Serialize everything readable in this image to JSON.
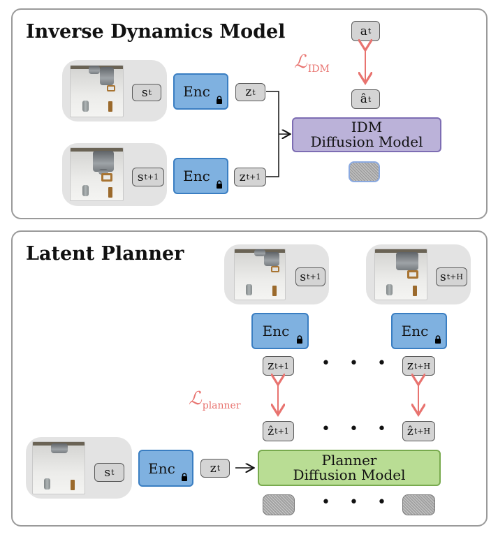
{
  "idm": {
    "title": "Inverse Dynamics Model",
    "state_t": "s",
    "state_t_sub": "t",
    "state_t1": "s",
    "state_t1_sub": "t+1",
    "enc_label": "Enc",
    "z_t": "z",
    "z_t_sub": "t",
    "z_t1": "z",
    "z_t1_sub": "t+1",
    "a_t": "a",
    "a_t_sub": "t",
    "a_hat": "â",
    "a_hat_sub": "t",
    "loss": "ℒ",
    "loss_sub": "IDM",
    "diffusion_line1": "IDM",
    "diffusion_line2": "Diffusion Model"
  },
  "planner": {
    "title": "Latent Planner",
    "enc_label": "Enc",
    "state_t1": "s",
    "state_t1_sub": "t+1",
    "state_tH": "s",
    "state_tH_sub": "t+H",
    "state_t": "s",
    "state_t_sub": "t",
    "z_t1": "z",
    "z_t1_sub": "t+1",
    "z_tH": "z",
    "z_tH_sub": "t+H",
    "zhat_t1": "ẑ",
    "zhat_t1_sub": "t+1",
    "zhat_tH": "ẑ",
    "zhat_tH_sub": "t+H",
    "z_t": "z",
    "z_t_sub": "t",
    "loss": "ℒ",
    "loss_sub": "planner",
    "diffusion_line1": "Planner",
    "diffusion_line2": "Diffusion Model",
    "ellipsis": "• • •"
  },
  "colors": {
    "encoder_fill": "#7fb1e0",
    "idm_diffusion_fill": "#bbb2d9",
    "planner_diffusion_fill": "#b9dd94",
    "loss_arrow": "#e8736f"
  }
}
